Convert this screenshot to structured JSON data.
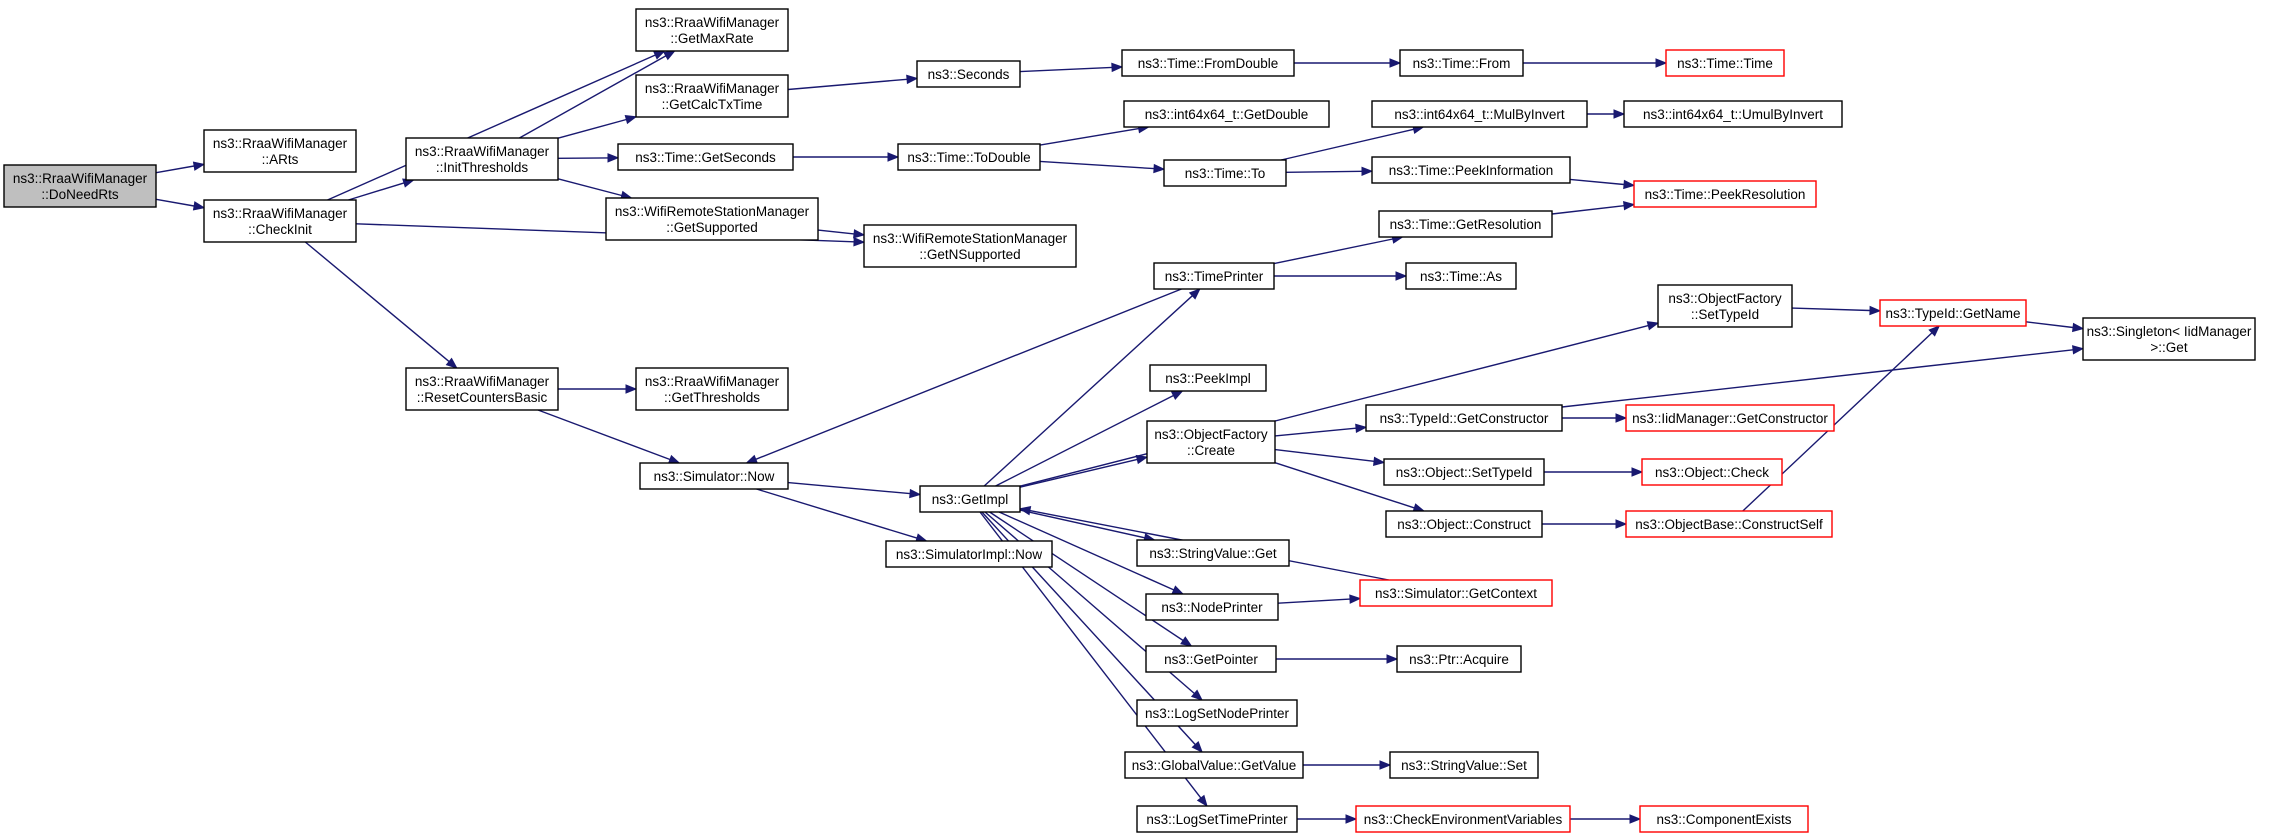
{
  "graph": {
    "type": "call-graph",
    "edge_color": "#191970",
    "node_border_color": "#000000",
    "truncated_node_border_color": "#ff0000",
    "root_fill_color": "#bfbfbf",
    "nodes": [
      {
        "id": "doneedrts",
        "lines": [
          "ns3::RraaWifiManager",
          "::DoNeedRts"
        ],
        "root": true
      },
      {
        "id": "arts",
        "lines": [
          "ns3::RraaWifiManager",
          "::ARts"
        ]
      },
      {
        "id": "checkinit",
        "lines": [
          "ns3::RraaWifiManager",
          "::CheckInit"
        ]
      },
      {
        "id": "initthresholds",
        "lines": [
          "ns3::RraaWifiManager",
          "::InitThresholds"
        ]
      },
      {
        "id": "resetcountersbasic",
        "lines": [
          "ns3::RraaWifiManager",
          "::ResetCountersBasic"
        ]
      },
      {
        "id": "getmaxrate",
        "lines": [
          "ns3::RraaWifiManager",
          "::GetMaxRate"
        ]
      },
      {
        "id": "getcalctxtime",
        "lines": [
          "ns3::RraaWifiManager",
          "::GetCalcTxTime"
        ]
      },
      {
        "id": "timegetseconds",
        "lines": [
          "ns3::Time::GetSeconds"
        ]
      },
      {
        "id": "getsupported",
        "lines": [
          "ns3::WifiRemoteStationManager",
          "::GetSupported"
        ]
      },
      {
        "id": "getnsupported",
        "lines": [
          "ns3::WifiRemoteStationManager",
          "::GetNSupported"
        ]
      },
      {
        "id": "getthresholds",
        "lines": [
          "ns3::RraaWifiManager",
          "::GetThresholds"
        ]
      },
      {
        "id": "simnow",
        "lines": [
          "ns3::Simulator::Now"
        ]
      },
      {
        "id": "seconds",
        "lines": [
          "ns3::Seconds"
        ]
      },
      {
        "id": "todouble",
        "lines": [
          "ns3::Time::ToDouble"
        ]
      },
      {
        "id": "fromdouble",
        "lines": [
          "ns3::Time::FromDouble"
        ]
      },
      {
        "id": "timefrom",
        "lines": [
          "ns3::Time::From"
        ]
      },
      {
        "id": "timetime",
        "lines": [
          "ns3::Time::Time"
        ],
        "truncated": true
      },
      {
        "id": "i64getdouble",
        "lines": [
          "ns3::int64x64_t::GetDouble"
        ]
      },
      {
        "id": "timeto",
        "lines": [
          "ns3::Time::To"
        ]
      },
      {
        "id": "mulbyinvert",
        "lines": [
          "ns3::int64x64_t::MulByInvert"
        ]
      },
      {
        "id": "umulbyinvert",
        "lines": [
          "ns3::int64x64_t::UmulByInvert"
        ]
      },
      {
        "id": "peekinformation",
        "lines": [
          "ns3::Time::PeekInformation"
        ]
      },
      {
        "id": "peekresolution",
        "lines": [
          "ns3::Time::PeekResolution"
        ],
        "truncated": true
      },
      {
        "id": "getresolution",
        "lines": [
          "ns3::Time::GetResolution"
        ]
      },
      {
        "id": "timeprinter",
        "lines": [
          "ns3::TimePrinter"
        ]
      },
      {
        "id": "timeas",
        "lines": [
          "ns3::Time::As"
        ]
      },
      {
        "id": "getimpl",
        "lines": [
          "ns3::GetImpl"
        ]
      },
      {
        "id": "simimplnow",
        "lines": [
          "ns3::SimulatorImpl::Now"
        ]
      },
      {
        "id": "peekimpl",
        "lines": [
          "ns3::PeekImpl"
        ]
      },
      {
        "id": "ofcreate",
        "lines": [
          "ns3::ObjectFactory",
          "::Create"
        ]
      },
      {
        "id": "ofsettypeid",
        "lines": [
          "ns3::ObjectFactory",
          "::SetTypeId"
        ]
      },
      {
        "id": "typeidgetname",
        "lines": [
          "ns3::TypeId::GetName"
        ],
        "truncated": true
      },
      {
        "id": "singletonget",
        "lines": [
          "ns3::Singleton< IidManager",
          ">::Get"
        ]
      },
      {
        "id": "typeidgetconstructor",
        "lines": [
          "ns3::TypeId::GetConstructor"
        ]
      },
      {
        "id": "iidgetconstructor",
        "lines": [
          "ns3::IidManager::GetConstructor"
        ],
        "truncated": true
      },
      {
        "id": "objsettypeid",
        "lines": [
          "ns3::Object::SetTypeId"
        ]
      },
      {
        "id": "objcheck",
        "lines": [
          "ns3::Object::Check"
        ],
        "truncated": true
      },
      {
        "id": "objconstruct",
        "lines": [
          "ns3::Object::Construct"
        ]
      },
      {
        "id": "constructself",
        "lines": [
          "ns3::ObjectBase::ConstructSelf"
        ],
        "truncated": true
      },
      {
        "id": "stringvalueget",
        "lines": [
          "ns3::StringValue::Get"
        ]
      },
      {
        "id": "nodeprinter",
        "lines": [
          "ns3::NodePrinter"
        ]
      },
      {
        "id": "simgetcontext",
        "lines": [
          "ns3::Simulator::GetContext"
        ],
        "truncated": true
      },
      {
        "id": "getpointer",
        "lines": [
          "ns3::GetPointer"
        ]
      },
      {
        "id": "ptracquire",
        "lines": [
          "ns3::Ptr::Acquire"
        ]
      },
      {
        "id": "logsetnodeprinter",
        "lines": [
          "ns3::LogSetNodePrinter"
        ]
      },
      {
        "id": "globalvaluegetvalue",
        "lines": [
          "ns3::GlobalValue::GetValue"
        ]
      },
      {
        "id": "stringvalueset",
        "lines": [
          "ns3::StringValue::Set"
        ]
      },
      {
        "id": "logsettimeprinter",
        "lines": [
          "ns3::LogSetTimePrinter"
        ]
      },
      {
        "id": "checkenv",
        "lines": [
          "ns3::CheckEnvironmentVariables"
        ],
        "truncated": true
      },
      {
        "id": "componentexists",
        "lines": [
          "ns3::ComponentExists"
        ],
        "truncated": true
      }
    ],
    "edges": [
      {
        "from": "doneedrts",
        "to": "arts"
      },
      {
        "from": "doneedrts",
        "to": "checkinit"
      },
      {
        "from": "checkinit",
        "to": "getmaxrate"
      },
      {
        "from": "checkinit",
        "to": "initthresholds"
      },
      {
        "from": "checkinit",
        "to": "getnsupported"
      },
      {
        "from": "checkinit",
        "to": "resetcountersbasic"
      },
      {
        "from": "initthresholds",
        "to": "getmaxrate"
      },
      {
        "from": "initthresholds",
        "to": "getcalctxtime"
      },
      {
        "from": "initthresholds",
        "to": "timegetseconds"
      },
      {
        "from": "initthresholds",
        "to": "getsupported"
      },
      {
        "from": "getcalctxtime",
        "to": "seconds"
      },
      {
        "from": "seconds",
        "to": "fromdouble"
      },
      {
        "from": "fromdouble",
        "to": "timefrom"
      },
      {
        "from": "timefrom",
        "to": "timetime"
      },
      {
        "from": "timegetseconds",
        "to": "todouble"
      },
      {
        "from": "todouble",
        "to": "i64getdouble"
      },
      {
        "from": "todouble",
        "to": "timeto"
      },
      {
        "from": "timeto",
        "to": "mulbyinvert"
      },
      {
        "from": "timeto",
        "to": "peekinformation"
      },
      {
        "from": "mulbyinvert",
        "to": "umulbyinvert"
      },
      {
        "from": "peekinformation",
        "to": "peekresolution"
      },
      {
        "from": "getresolution",
        "to": "peekresolution"
      },
      {
        "from": "getsupported",
        "to": "getnsupported"
      },
      {
        "from": "resetcountersbasic",
        "to": "getthresholds"
      },
      {
        "from": "resetcountersbasic",
        "to": "simnow"
      },
      {
        "from": "simnow",
        "to": "getimpl"
      },
      {
        "from": "simnow",
        "to": "simimplnow"
      },
      {
        "from": "timeprinter",
        "to": "getresolution"
      },
      {
        "from": "timeprinter",
        "to": "timeas"
      },
      {
        "from": "timeprinter",
        "to": "simnow"
      },
      {
        "from": "getimpl",
        "to": "timeprinter"
      },
      {
        "from": "getimpl",
        "to": "ofsettypeid"
      },
      {
        "from": "getimpl",
        "to": "peekimpl"
      },
      {
        "from": "getimpl",
        "to": "ofcreate"
      },
      {
        "from": "getimpl",
        "to": "stringvalueget"
      },
      {
        "from": "getimpl",
        "to": "nodeprinter"
      },
      {
        "from": "getimpl",
        "to": "getpointer"
      },
      {
        "from": "getimpl",
        "to": "logsetnodeprinter"
      },
      {
        "from": "getimpl",
        "to": "globalvaluegetvalue"
      },
      {
        "from": "getimpl",
        "to": "logsettimeprinter"
      },
      {
        "from": "ofsettypeid",
        "to": "typeidgetname"
      },
      {
        "from": "typeidgetname",
        "to": "singletonget"
      },
      {
        "from": "ofcreate",
        "to": "typeidgetconstructor"
      },
      {
        "from": "ofcreate",
        "to": "objsettypeid"
      },
      {
        "from": "ofcreate",
        "to": "objconstruct"
      },
      {
        "from": "typeidgetconstructor",
        "to": "iidgetconstructor"
      },
      {
        "from": "typeidgetconstructor",
        "to": "singletonget"
      },
      {
        "from": "objsettypeid",
        "to": "objcheck"
      },
      {
        "from": "objconstruct",
        "to": "constructself"
      },
      {
        "from": "constructself",
        "to": "typeidgetname"
      },
      {
        "from": "nodeprinter",
        "to": "simgetcontext"
      },
      {
        "from": "simgetcontext",
        "to": "getimpl"
      },
      {
        "from": "getpointer",
        "to": "ptracquire"
      },
      {
        "from": "globalvaluegetvalue",
        "to": "stringvalueset"
      },
      {
        "from": "logsettimeprinter",
        "to": "checkenv"
      },
      {
        "from": "checkenv",
        "to": "componentexists"
      }
    ]
  }
}
